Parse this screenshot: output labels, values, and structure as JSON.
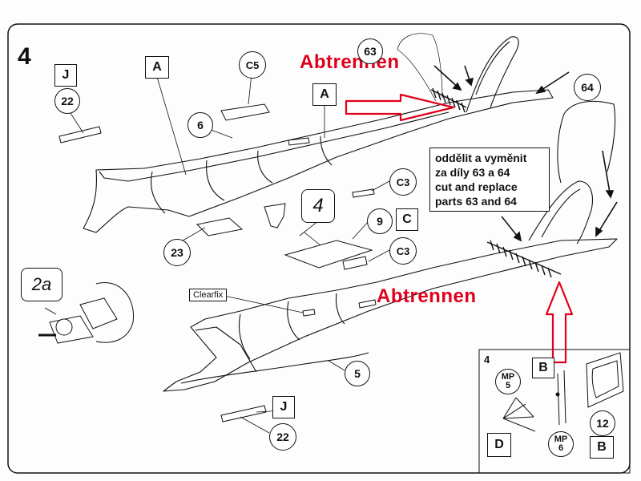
{
  "step_number": "4",
  "warnings": {
    "top": "Abtrennen",
    "bottom": "Abtrennen"
  },
  "instruction_note": {
    "lines": [
      "oddělit a vyměnit",
      "za díly 63 a 64",
      "cut and replace",
      "parts 63 and 64"
    ]
  },
  "part_labels": {
    "j_top": "J",
    "p22_top": "22",
    "a_left": "A",
    "a_right": "A",
    "c5": "C5",
    "p6": "6",
    "p63": "63",
    "p64": "64",
    "c3_top": "C3",
    "c3_mid": "C3",
    "sub4": "4",
    "p9": "9",
    "c_box": "C",
    "p23": "23",
    "sub2a": "2a",
    "clearfix": "Clearfix",
    "p5": "5",
    "j_bottom": "J",
    "p22_bottom": "22"
  },
  "inset": {
    "step": "4",
    "mp5_top": "MP",
    "mp5_bottom": "5",
    "b_top": "B",
    "p12": "12",
    "d_box": "D",
    "mp6_top": "MP",
    "mp6_bottom": "6",
    "b_bottom": "B"
  },
  "colors": {
    "warning_red": "#e0001b",
    "line": "#111111"
  }
}
